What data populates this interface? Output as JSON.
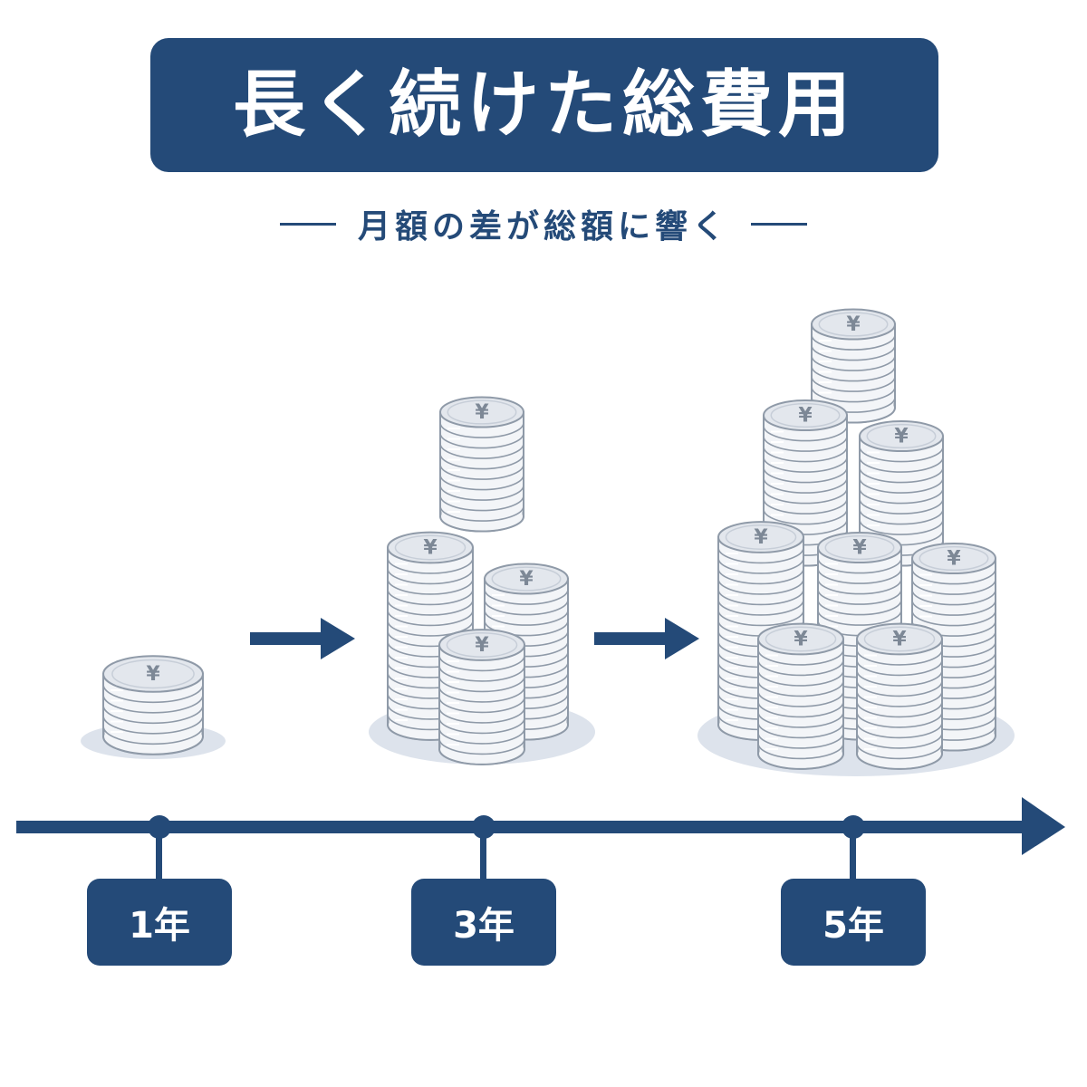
{
  "header": {
    "title": "長く続けた総費用",
    "subtitle": "月額の差が総額に響く"
  },
  "coin": {
    "symbol": "¥"
  },
  "timeline": {
    "labels": [
      "1年",
      "3年",
      "5年"
    ]
  },
  "colors": {
    "navy": "#244a78",
    "coin_face": "#e3e7ed",
    "coin_edge": "#8f9aa8",
    "shadow": "#dde3ec"
  }
}
